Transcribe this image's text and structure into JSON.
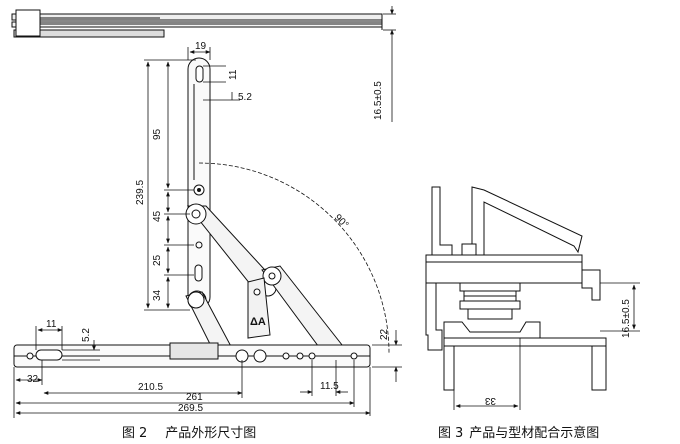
{
  "figure2": {
    "caption_label": "图",
    "caption_number": "2",
    "caption_title": "产品外形尺寸图",
    "dimensions": {
      "width_19": "19",
      "slot_11_top": "11",
      "offset_5_2_top": "5.2",
      "length_95": "95",
      "length_239_5": "239.5",
      "length_45": "45",
      "length_25": "25",
      "length_34": "34",
      "angle_90": "90°",
      "thickness_16_5": "16.5±0.5",
      "height_22": "22",
      "slot_11_bottom": "11",
      "offset_5_2_bottom": "5.2",
      "length_32": "32",
      "length_11_5": "11.5",
      "length_210_5": "210.5",
      "length_261": "261",
      "length_269_5": "269.5"
    }
  },
  "figure3": {
    "caption_label": "图",
    "caption_number": "3",
    "caption_title": "产品与型材配合示意图",
    "dimensions": {
      "thickness_16_5": "16.5±0.5",
      "width_33": "33"
    }
  }
}
